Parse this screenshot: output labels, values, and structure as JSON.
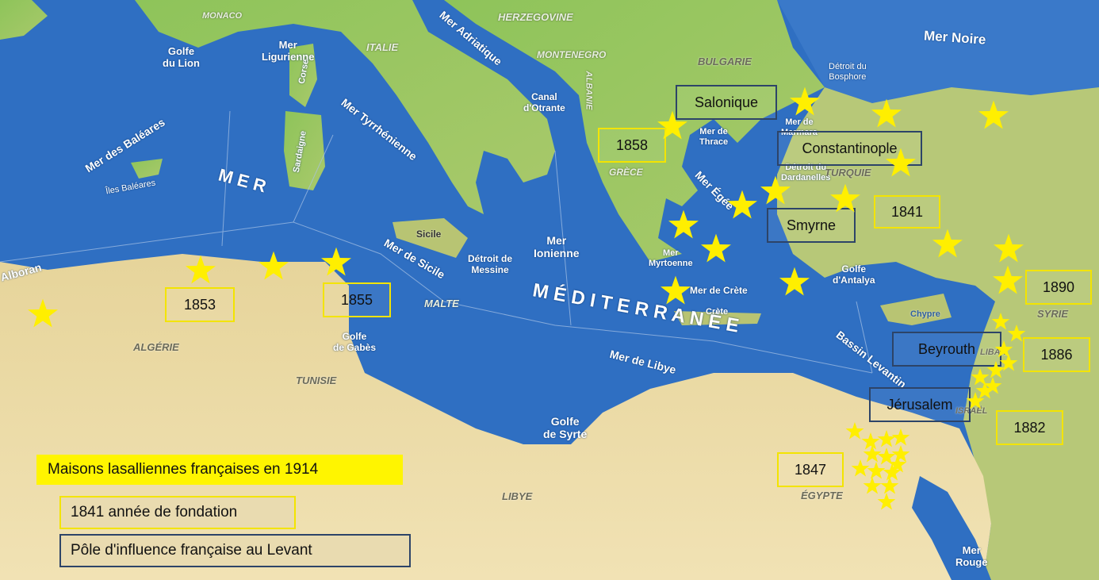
{
  "colors": {
    "sea": "#2f6fc2",
    "star": "#ffef00",
    "yellow_box": "#f3e400",
    "blue_box": "#2d4468",
    "legend_title_bg": "#fff500"
  },
  "legend": {
    "title": "Maisons lasalliennes françaises en 1914",
    "year_item": "1841 année de fondation",
    "pole_item": "Pôle d'influence française au Levant"
  },
  "year_labels": [
    "1858",
    "1841",
    "1853",
    "1855",
    "1890",
    "1886",
    "1882",
    "1847"
  ],
  "pole_labels": [
    "Salonique",
    "Constantinople",
    "Smyrne",
    "Beyrouth",
    "Jérusalem"
  ],
  "sea_labels": {
    "mer_noire": "Mer Noire",
    "mer_ligurienne": "Mer\nLigurienne",
    "golfe_lion": "Golfe\ndu Lion",
    "mer_baleares": "Mer des Baléares",
    "mer_tyrrhenienne": "Mer Tyrrhénienne",
    "mer_adriatique": "Mer Adriatique",
    "canal_otrante": "Canal\nd'Otrante",
    "detroit_bosphore": "Détroit du\nBosphore",
    "mer_marmara": "Mer de\nMarmara",
    "mer_thrace": "Mer de\nThrace",
    "detroit_dardanelles": "Détroit du\nDardanelles",
    "mer_egee": "Mer Égée",
    "mer": "M E R",
    "mediterranee": "M É D I T E R R A N É E",
    "alboran": "Alboran",
    "mer_sicile": "Mer de Sicile",
    "detroit_messine": "Détroit de\nMessine",
    "mer_ionienne": "Mer\nIonienne",
    "mer_myrtoenne": "Mer\nMyrtoenne",
    "mer_crete": "Mer de Crète",
    "golfe_antalya": "Golfe\nd'Antalya",
    "bassin_levantin": "Bassin Levantin",
    "mer_libye": "Mer de Libye",
    "golfe_gabes": "Golfe\nde Gabès",
    "golfe_syrte": "Golfe\nde Syrte",
    "mer_rouge": "Mer\nRouge"
  },
  "land_labels": {
    "monaco": "MONACO",
    "italie": "ITALIE",
    "herzegovine": "HERZEGOVINE",
    "montenegro": "MONTENEGRO",
    "bulgarie": "BULGARIE",
    "albanie": "ALBANIE",
    "grece": "GRÈCE",
    "turquie": "TURQUIE",
    "corse": "Corse",
    "sardaigne": "Sardaigne",
    "iles_baleares": "Îles Baléares",
    "sicile": "Sicile",
    "malte": "MALTE",
    "crete": "Crète",
    "chypre": "Chypre",
    "syrie": "SYRIE",
    "liban": "LIBAN",
    "israel": "ISRAËL",
    "algerie": "ALGÉRIE",
    "tunisie": "TUNISIE",
    "libye": "LIBYE",
    "egypte": "ÉGYPTE"
  }
}
